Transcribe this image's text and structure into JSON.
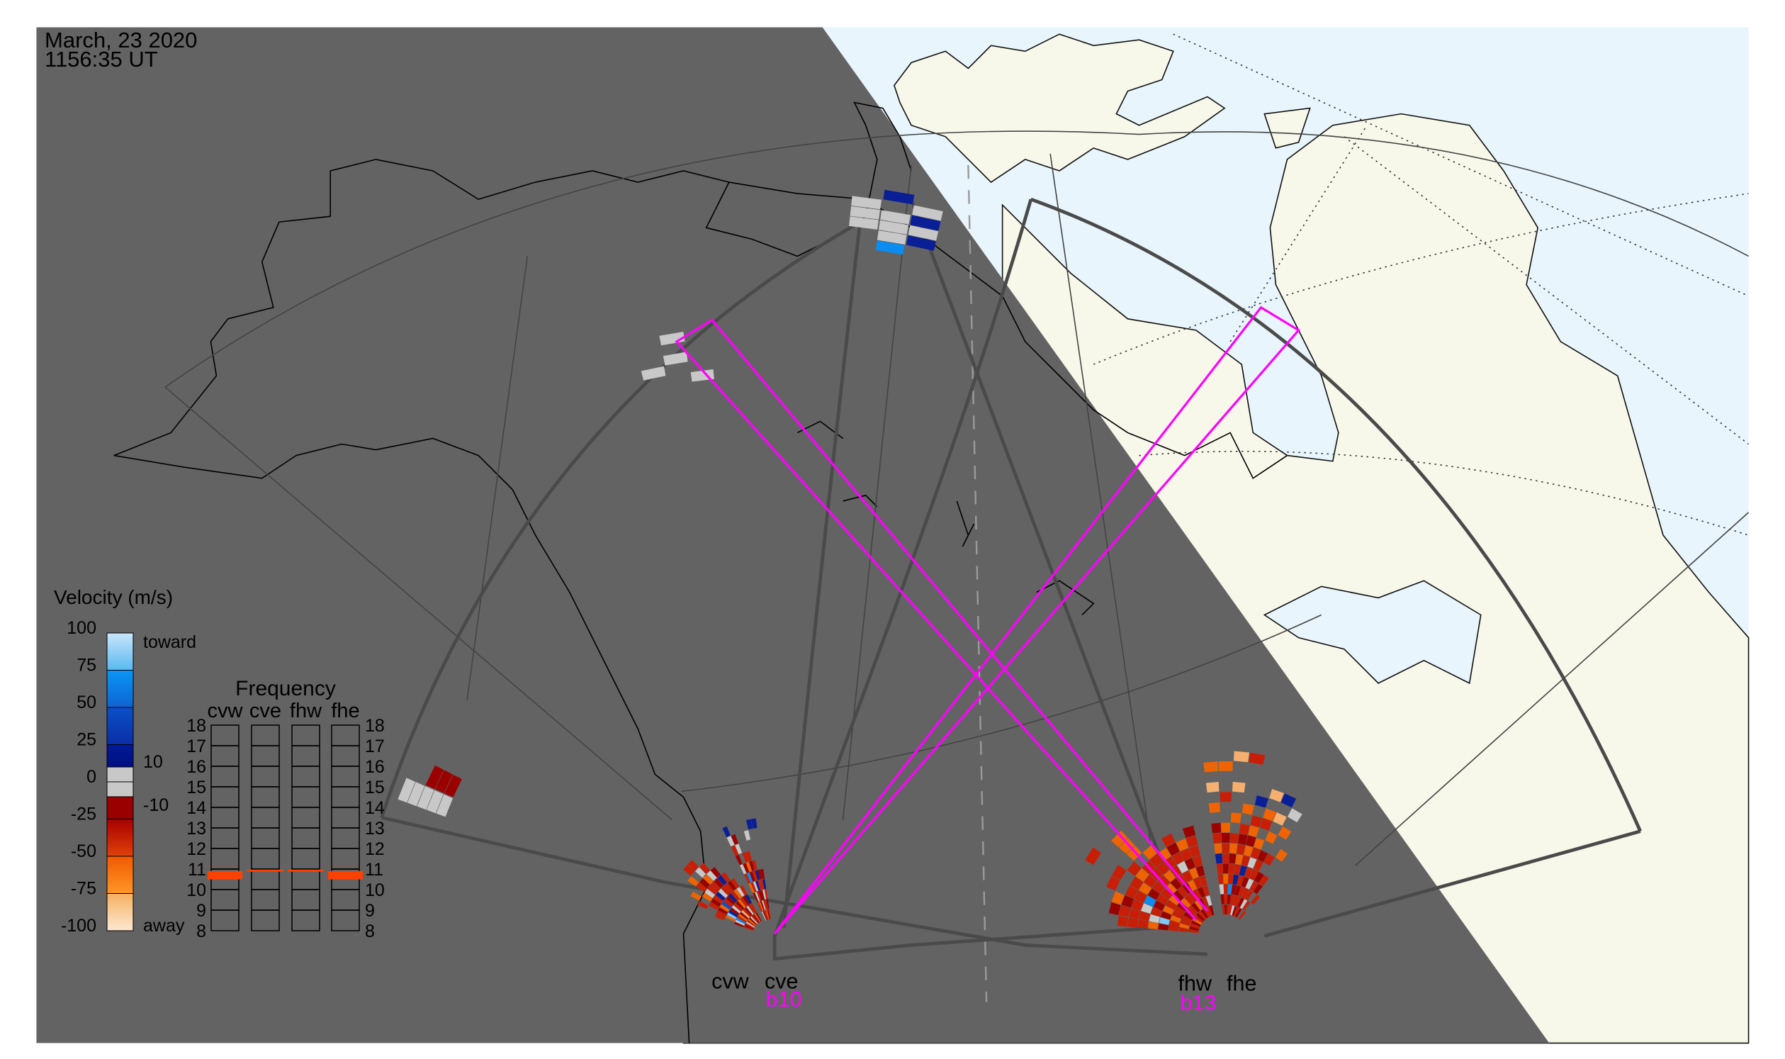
{
  "header": {
    "date": "March, 23 2020",
    "time": "1156:35 UT"
  },
  "colors": {
    "night": "#636363",
    "ocean": "#e8f5fd",
    "land": "#f8f8ea",
    "fov": "#4a4a4a",
    "beam": "#ff00ff",
    "freq_mark": "#ff4000"
  },
  "legend": {
    "title": "Velocity (m/s)",
    "ticks": [
      "100",
      "75",
      "50",
      "25",
      "0",
      "-25",
      "-50",
      "-75",
      "-100"
    ],
    "label_toward": "toward",
    "label_away": "away",
    "label_pos_threshold": "10",
    "label_neg_threshold": "-10",
    "palette": [
      {
        "min": 75,
        "max": 100,
        "from": "#c8e6fa",
        "to": "#5ab8f0"
      },
      {
        "min": 50,
        "max": 75,
        "from": "#0a96f5",
        "to": "#0c64d2"
      },
      {
        "min": 25,
        "max": 50,
        "from": "#0a50c8",
        "to": "#0a2ea6"
      },
      {
        "min": 10,
        "max": 25,
        "from": "#001a96",
        "to": "#000f82"
      },
      {
        "min": 0,
        "max": 10,
        "from": "#c8c8c8",
        "to": "#c8c8c8"
      },
      {
        "min": -10,
        "max": 0,
        "from": "#c8c8c8",
        "to": "#c8c8c8"
      },
      {
        "min": -25,
        "max": -10,
        "from": "#9b0000",
        "to": "#9b0000"
      },
      {
        "min": -50,
        "max": -25,
        "from": "#a80000",
        "to": "#e0400a"
      },
      {
        "min": -75,
        "max": -50,
        "from": "#f05a00",
        "to": "#ff9628"
      },
      {
        "min": -100,
        "max": -75,
        "from": "#f5b060",
        "to": "#fde8d2"
      }
    ]
  },
  "frequency": {
    "title": "Frequency",
    "unit_range": [
      8,
      18
    ],
    "ticks": [
      "18",
      "17",
      "16",
      "15",
      "14",
      "13",
      "12",
      "11",
      "10",
      "9",
      "8"
    ],
    "radars": [
      {
        "label": "cvw",
        "value": 10.7,
        "band": 0.4
      },
      {
        "label": "cve",
        "value": 10.95,
        "band": 0.05
      },
      {
        "label": "fhw",
        "value": 10.95,
        "band": 0.05
      },
      {
        "label": "fhe",
        "value": 10.7,
        "band": 0.4
      }
    ]
  },
  "stations": {
    "cvw": "cvw",
    "cve": "cve",
    "fhw": "fhw",
    "fhe": "fhe",
    "beam_cv": "b10",
    "beam_fh": "b13"
  },
  "scatter": {
    "cvw": {
      "beams": [
        [
          -30,
          -20,
          null,
          -40,
          null,
          null,
          null,
          null,
          null
        ],
        [
          -20,
          5,
          -60,
          -30,
          null,
          -25,
          null,
          null,
          null
        ],
        [
          -40,
          60,
          80,
          -20,
          -35,
          null,
          -50,
          null,
          null
        ],
        [
          5,
          -30,
          15,
          -55,
          -20,
          -60,
          null,
          null,
          null
        ],
        [
          -25,
          -65,
          -20,
          30,
          -40,
          5,
          -30,
          -70,
          null
        ],
        [
          -50,
          -20,
          5,
          -30,
          15,
          -45,
          -20,
          null,
          -40
        ],
        [
          -20,
          -80,
          -35,
          -20,
          5,
          -30,
          -60,
          5,
          -25
        ],
        [
          5,
          -30,
          -20,
          20,
          -40,
          -20,
          5,
          -30,
          null
        ],
        [
          -35,
          -20,
          -55,
          -25,
          -30,
          15,
          -20,
          null,
          null
        ],
        [
          -20,
          5,
          -30,
          -60,
          -20,
          -40,
          null,
          null,
          null
        ],
        [
          -65,
          -30,
          -20,
          5,
          -35,
          null,
          null,
          null,
          null
        ],
        [
          -20,
          -40,
          15,
          -25,
          null,
          null,
          null,
          null,
          null
        ]
      ],
      "extra": [
        [
          0,
          32,
          5
        ],
        [
          0,
          33,
          5
        ],
        [
          0,
          34,
          5
        ],
        [
          0,
          35,
          5
        ],
        [
          0,
          36,
          5
        ],
        [
          1,
          32,
          -20
        ],
        [
          1,
          33,
          -20
        ],
        [
          1,
          34,
          -20
        ]
      ]
    },
    "cve": {
      "beams": [
        [
          5,
          -30,
          -20,
          -70,
          -25,
          5,
          -20,
          -40,
          5,
          15
        ],
        [
          -20,
          -60,
          5,
          -30,
          65,
          -20,
          null,
          5,
          -20,
          null
        ],
        [
          -40,
          -20,
          -30,
          5,
          -20,
          -55,
          -25,
          null,
          null,
          null
        ],
        [
          -25,
          5,
          -20,
          15,
          -40,
          -20,
          -30,
          null,
          null,
          null
        ],
        [
          -60,
          -30,
          -20,
          -25,
          20,
          -35,
          null,
          null,
          5,
          null
        ],
        [
          -20,
          -45,
          5,
          -30,
          -20,
          null,
          null,
          null,
          null,
          15
        ],
        [
          -30,
          -20,
          -25,
          15,
          -20,
          null,
          null,
          null,
          null,
          15
        ]
      ],
      "extra": [
        [
          5,
          54,
          5
        ],
        [
          6,
          55,
          5
        ],
        [
          7,
          53,
          5
        ],
        [
          6,
          57,
          5
        ],
        [
          13,
          68,
          5
        ],
        [
          13,
          69,
          5
        ],
        [
          13,
          70,
          5
        ],
        [
          14,
          66,
          50
        ],
        [
          14,
          67,
          5
        ],
        [
          14,
          68,
          5
        ],
        [
          14,
          69,
          5
        ],
        [
          15,
          67,
          20
        ],
        [
          15,
          68,
          5
        ],
        [
          15,
          69,
          20
        ],
        [
          15,
          70,
          5
        ],
        [
          14,
          71,
          20
        ]
      ]
    },
    "fhw": {
      "beams": [
        [
          -30,
          -40,
          -25,
          -20,
          -60,
          -35,
          -25,
          -30,
          null,
          null
        ],
        [
          -20,
          -60,
          -30,
          80,
          5,
          -25,
          -40,
          -30,
          -20,
          null
        ],
        [
          -45,
          -25,
          -60,
          -20,
          -35,
          5,
          -30,
          -20,
          -60,
          null
        ],
        [
          -20,
          -35,
          -25,
          -65,
          -20,
          55,
          -30,
          -40,
          null,
          -30
        ],
        [
          -60,
          -20,
          -40,
          -30,
          -25,
          -20,
          -70,
          -35,
          null,
          -25
        ],
        [
          -25,
          -45,
          -20,
          -60,
          -30,
          -35,
          -25,
          -60,
          -40,
          null
        ],
        [
          -20,
          -30,
          -50,
          -20,
          -65,
          -25,
          -40,
          -30,
          null,
          -60
        ],
        [
          -35,
          -20,
          -25,
          -40,
          -20,
          -60,
          -30,
          -25,
          -65,
          null
        ],
        [
          -20,
          -60,
          -35,
          -20,
          -30,
          -45,
          -25,
          -65,
          null,
          null
        ],
        [
          -45,
          -20,
          -30,
          -60,
          -25,
          5,
          -35,
          -20,
          -30,
          null
        ],
        [
          -25,
          -35,
          -20,
          -30,
          -65,
          -20,
          -40,
          -60,
          null,
          null
        ],
        [
          -20,
          5,
          -45,
          -25,
          -20,
          -35,
          -30,
          -25,
          -20,
          null
        ]
      ],
      "extra": [
        [
          6,
          10,
          -65
        ],
        [
          6,
          11,
          -65
        ],
        [
          4,
          12,
          -25
        ]
      ]
    },
    "fhe": {
      "beams": [
        [
          -30,
          -20,
          5,
          -40,
          -25,
          20,
          -60,
          -30,
          -20,
          null,
          -65,
          null,
          -80
        ],
        [
          -20,
          -35,
          -25,
          -60,
          -20,
          -30,
          -45,
          -20,
          -65,
          null,
          null,
          -30,
          null
        ],
        [
          -40,
          -20,
          60,
          -25,
          -30,
          -20,
          -60,
          -35,
          null,
          -65,
          null,
          null,
          -80
        ],
        [
          -25,
          -45,
          -20,
          20,
          -35,
          -60,
          -25,
          -20,
          -40,
          null,
          -70,
          null,
          null
        ],
        [
          5,
          -30,
          -20,
          -35,
          15,
          -25,
          -60,
          -20,
          -70,
          -30,
          null,
          15,
          null
        ],
        [
          -20,
          -25,
          -40,
          -20,
          -30,
          5,
          -35,
          -65,
          null,
          -25,
          -70,
          null,
          -80
        ],
        [
          -35,
          -20,
          -30,
          5,
          -25,
          -40,
          -20,
          null,
          -60,
          null,
          -75,
          null,
          15
        ],
        [
          -20,
          5,
          -25,
          -40,
          -20,
          null,
          -30,
          null,
          null,
          -65,
          null,
          5,
          null
        ],
        [
          null,
          -30,
          null,
          -20,
          -25,
          null,
          null,
          -70,
          null,
          null,
          null,
          null,
          null
        ],
        [
          -25,
          null,
          -35,
          null,
          null,
          null,
          null,
          null,
          null,
          null,
          null,
          null,
          null
        ]
      ],
      "extra": [
        [
          0,
          14,
          -65
        ],
        [
          1,
          14,
          -65
        ],
        [
          2,
          15,
          -80
        ],
        [
          3,
          15,
          -30
        ]
      ]
    }
  }
}
